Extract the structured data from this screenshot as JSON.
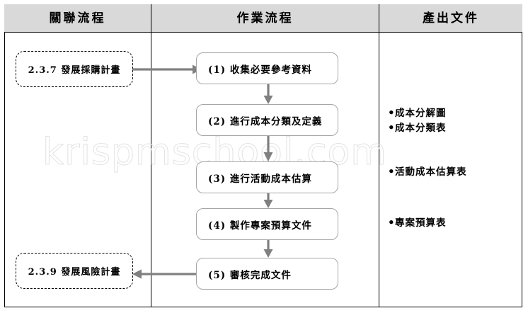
{
  "table": {
    "headers": [
      {
        "label": "關聯流程"
      },
      {
        "label": "作業流程"
      },
      {
        "label": "產出文件"
      }
    ]
  },
  "watermark": {
    "text": "krispmschool.com"
  },
  "related_processes": [
    {
      "id": "2.3.7",
      "label": "2.3.7 發展採購計畫"
    },
    {
      "id": "2.3.9",
      "label": "2.3.9 發展風險計畫"
    }
  ],
  "process_steps": [
    {
      "number": "(1)",
      "label": "(1) 收集必要參考資料"
    },
    {
      "number": "(2)",
      "label": "(2) 進行成本分類及定義"
    },
    {
      "number": "(3)",
      "label": "(3) 進行活動成本估算"
    },
    {
      "number": "(4)",
      "label": "(4) 製作專案預算文件"
    },
    {
      "number": "(5)",
      "label": "(5) 審核完成文件"
    }
  ],
  "output_documents": [
    {
      "bullet": "•",
      "label": "成本分解圖"
    },
    {
      "bullet": "•",
      "label": "成本分類表"
    },
    {
      "bullet": "•",
      "label": "活動成本估算表"
    },
    {
      "bullet": "•",
      "label": "專案預算表"
    }
  ],
  "colors": {
    "header_fill": "#d9d9d9",
    "frame_border": "#000000",
    "box_border": "#a6a6a6",
    "arrow": "#808080",
    "watermark": "#e3e3e3"
  }
}
